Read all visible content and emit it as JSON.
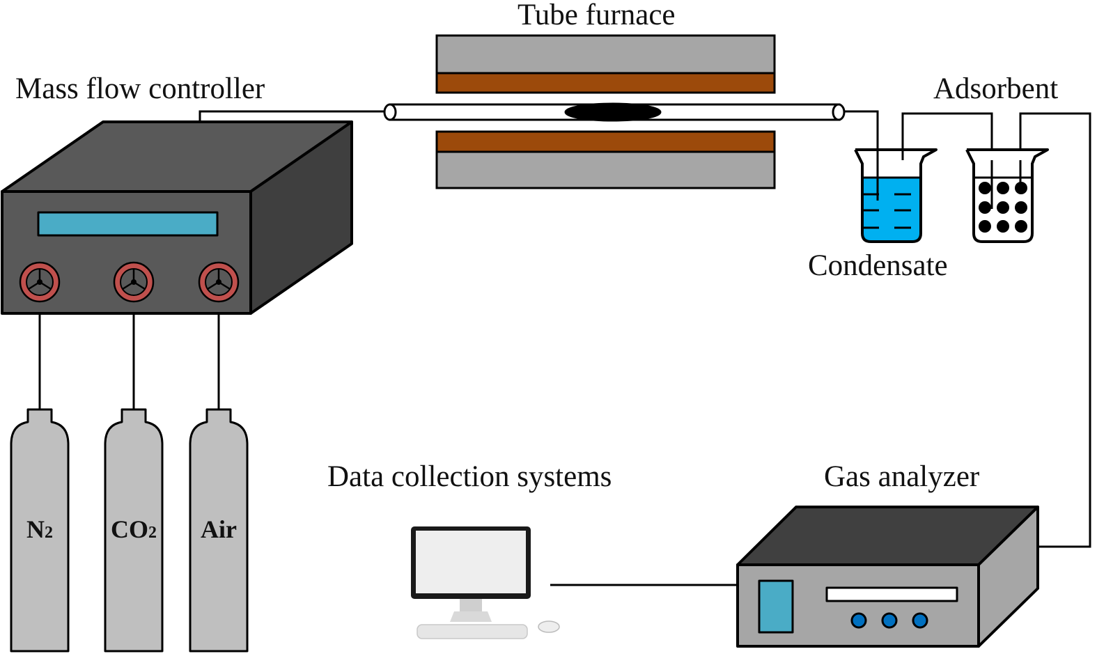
{
  "diagram": {
    "title": "Experimental setup schematic",
    "labels": {
      "mass_flow_controller": "Mass flow controller",
      "tube_furnace": "Tube furnace",
      "adsorbent": "Adsorbent",
      "condensate": "Condensate",
      "data_collection": "Data collection systems",
      "gas_analyzer": "Gas analyzer"
    },
    "cylinders": [
      {
        "main": "N",
        "sub": "2"
      },
      {
        "main": "CO",
        "sub": "2"
      },
      {
        "main": "Air",
        "sub": ""
      }
    ],
    "colors": {
      "mfc_front": "#595959",
      "mfc_side": "#3f3f3f",
      "mfc_display": "#4aacc6",
      "valve_ring": "#c0504d",
      "furnace_shell": "#a6a6a6",
      "furnace_heater": "#9c4a0b",
      "condensate_liquid": "#00b0f0",
      "cylinder_fill": "#bfbfbf",
      "analyzer_top": "#404040",
      "analyzer_front": "#a6a6a6",
      "analyzer_screen": "#4aacc6",
      "analyzer_button": "#0070c0"
    }
  }
}
